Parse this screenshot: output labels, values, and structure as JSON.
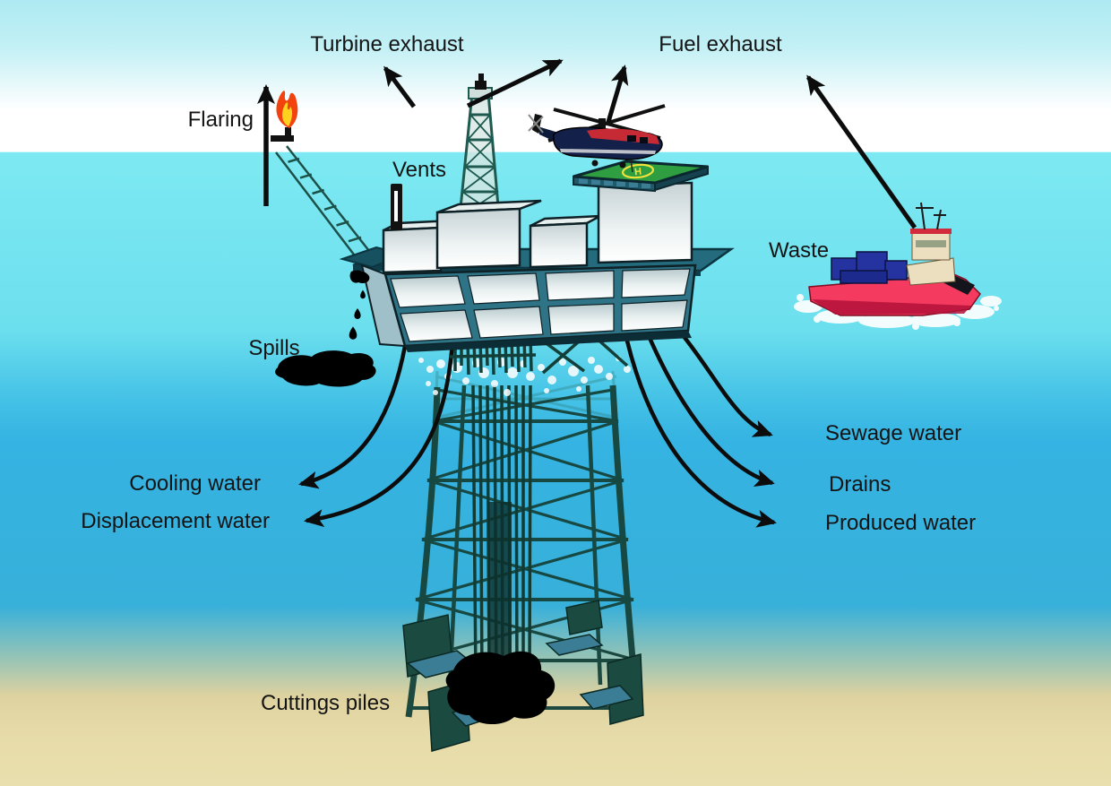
{
  "diagram": {
    "labels": {
      "turbine_exhaust": "Turbine exhaust",
      "fuel_exhaust": "Fuel exhaust",
      "flaring": "Flaring",
      "vents": "Vents",
      "waste": "Waste",
      "spills": "Spills",
      "cooling_water": "Cooling water",
      "displacement_water": "Displacement water",
      "sewage_water": "Sewage water",
      "drains": "Drains",
      "produced_water": "Produced water",
      "cuttings_piles": "Cuttings piles"
    },
    "helipad_marking": "H",
    "colors": {
      "sky_top": "#b2ecf4",
      "sky_horizon_band": "#ffffff",
      "sea_surface": "#7de9f2",
      "sea_deep": "#35b3e2",
      "seabed_sand": "#e6dba8",
      "structure_teal": "#17443c",
      "deck_frame_teal": "#2e7386",
      "module_light": "#ffffff",
      "helipad_green": "#2f9e41",
      "helipad_marking_yellow": "#f2e23c",
      "flame_orange": "#f2420e",
      "flame_yellow": "#ffd21f",
      "ship_hull_red": "#f43a5e",
      "container_blue": "#2433a0",
      "arrow_black": "#0c0c0c",
      "oil_black": "#000000"
    }
  }
}
